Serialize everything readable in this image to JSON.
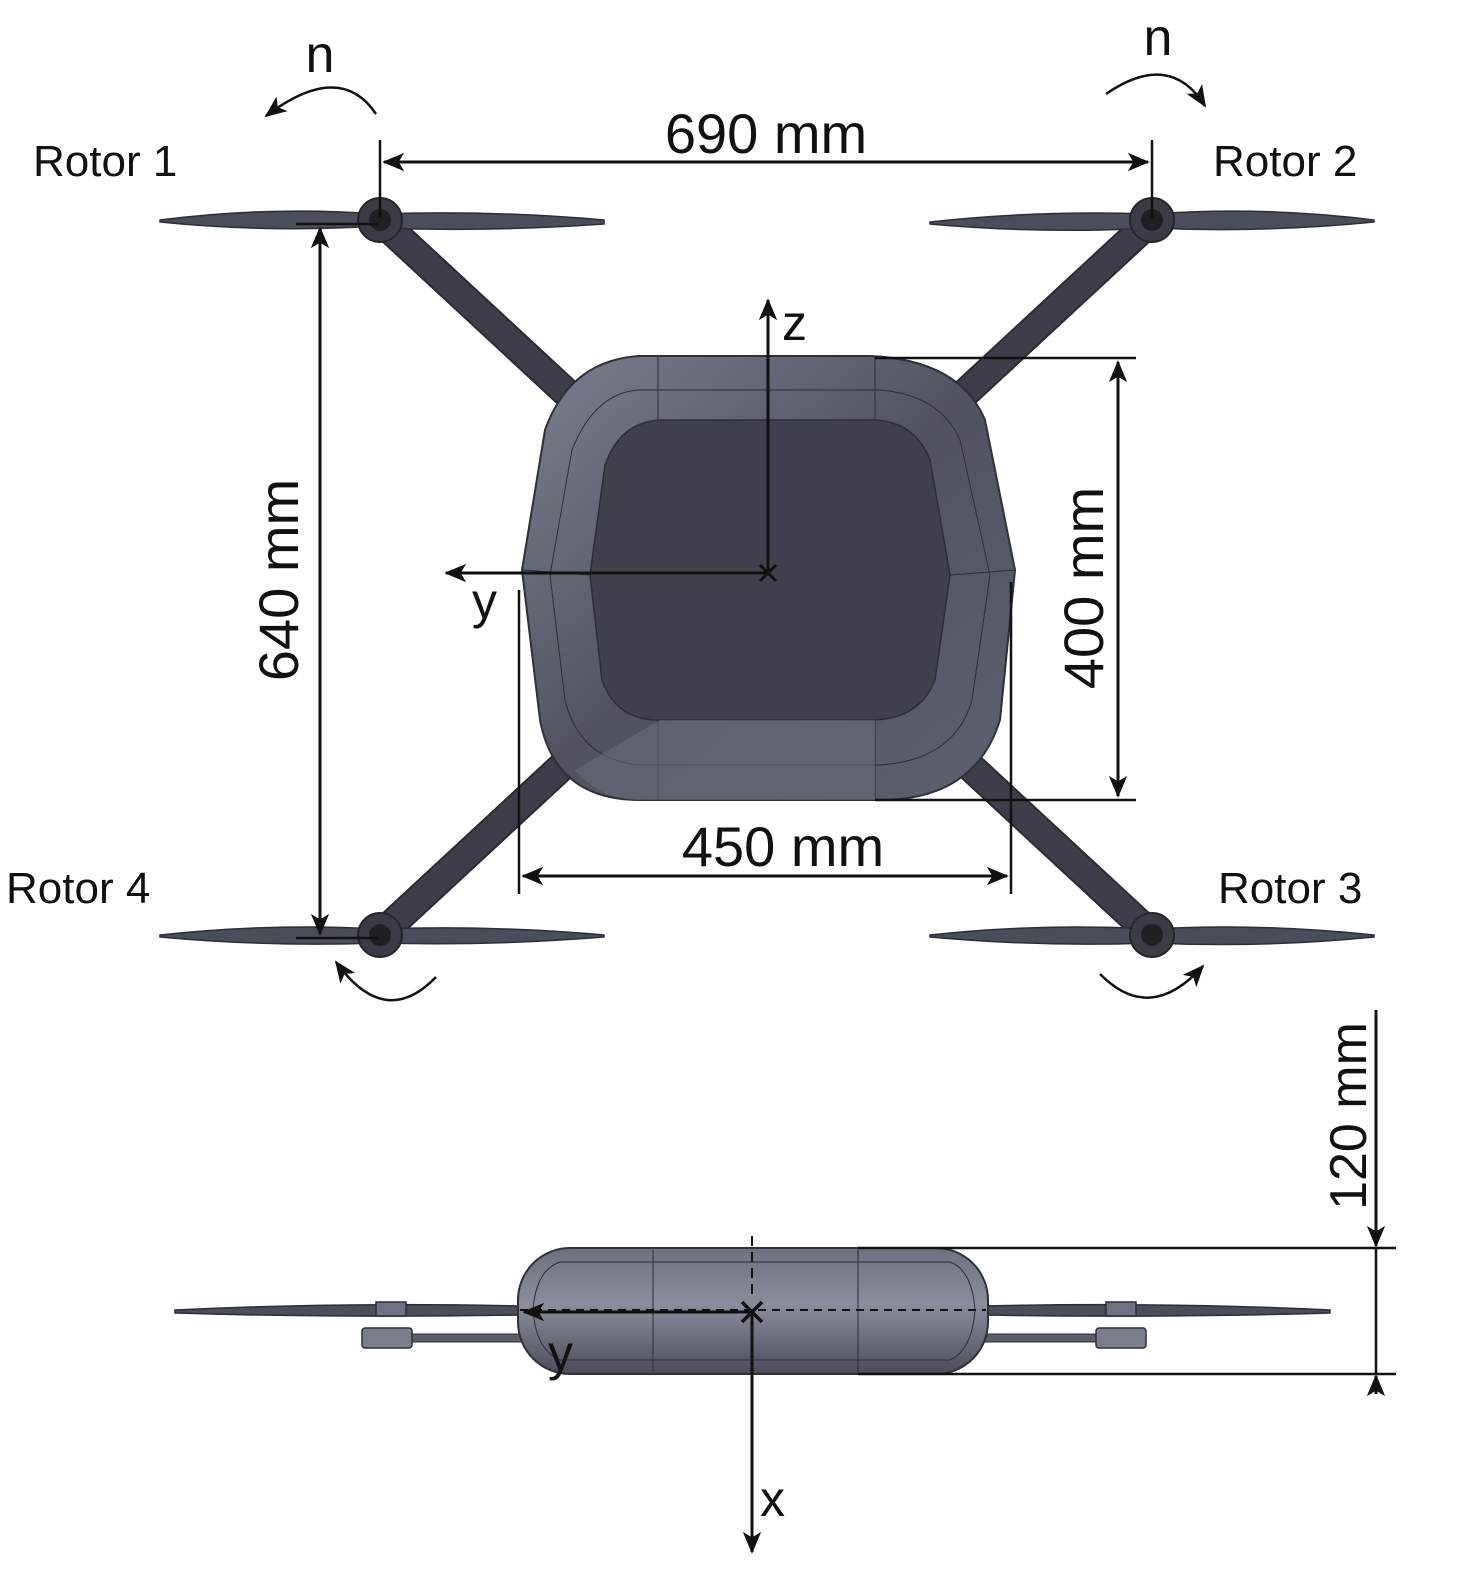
{
  "rotors": [
    {
      "label": "Rotor 1",
      "direction": "ccw"
    },
    {
      "label": "Rotor 2",
      "direction": "cw"
    },
    {
      "label": "Rotor 3",
      "direction": "ccw"
    },
    {
      "label": "Rotor 4",
      "direction": "cw"
    }
  ],
  "rotation_symbol": "n",
  "dimensions": {
    "rotor_span_y": "690 mm",
    "rotor_span_x": "640 mm",
    "body_length": "400 mm",
    "body_width": "450 mm",
    "body_height": "120 mm"
  },
  "axes_top_view": {
    "z": "z",
    "y": "y"
  },
  "axes_side_view": {
    "y": "y",
    "x": "x"
  },
  "colors": {
    "body": "#4b4e5c",
    "body_light": "#6e7282",
    "line": "#111111"
  }
}
